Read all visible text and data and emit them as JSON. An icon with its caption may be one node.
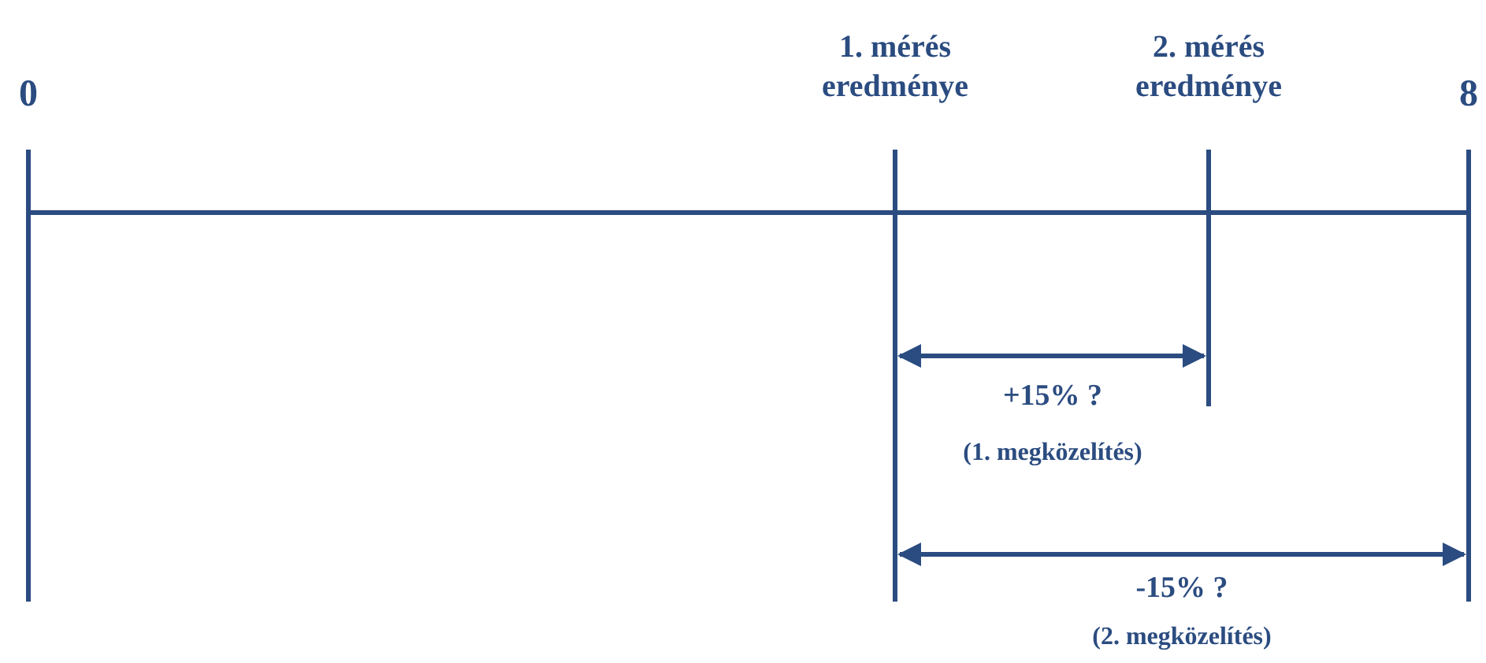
{
  "diagram": {
    "labels": [
      "0",
      "1. mérés eredménye",
      "2. mérés eredménye",
      "8",
      "+15% ?",
      "(1. megközelítés)",
      "-15% ?",
      "(2. megközelítés)"
    ]
  }
}
